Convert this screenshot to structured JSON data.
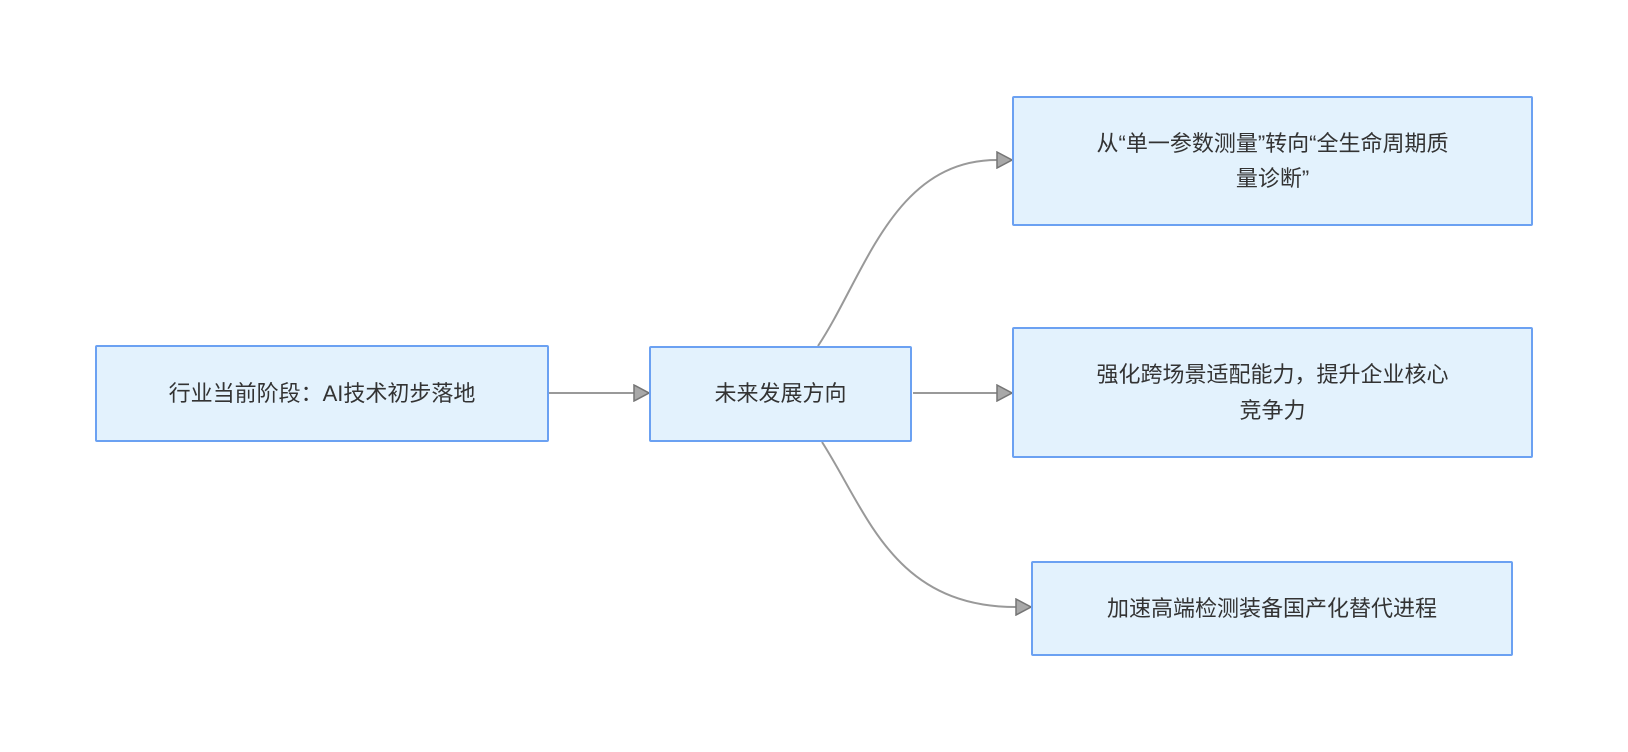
{
  "diagram": {
    "type": "flowchart",
    "direction": "left-to-right",
    "background_color": "#ffffff",
    "node_fill_color": "#e3f2fd",
    "node_border_color": "#6ba1f2",
    "node_text_color": "#333333",
    "edge_color": "#999999",
    "arrowhead_fill_color": "#a8a8a8",
    "arrowhead_stroke_color": "#757575",
    "nodes": [
      {
        "id": "current-stage",
        "label": "行业当前阶段：AI技术初步落地"
      },
      {
        "id": "future-direction",
        "label": "未来发展方向"
      },
      {
        "id": "direction-1",
        "label": "从“单一参数测量”转向“全生命周期质\n量诊断”"
      },
      {
        "id": "direction-2",
        "label": "强化跨场景适配能力，提升企业核心\n竞争力"
      },
      {
        "id": "direction-3",
        "label": "加速高端检测装备国产化替代进程"
      }
    ],
    "edges": [
      {
        "from": "current-stage",
        "to": "future-direction"
      },
      {
        "from": "future-direction",
        "to": "direction-1"
      },
      {
        "from": "future-direction",
        "to": "direction-2"
      },
      {
        "from": "future-direction",
        "to": "direction-3"
      }
    ]
  }
}
